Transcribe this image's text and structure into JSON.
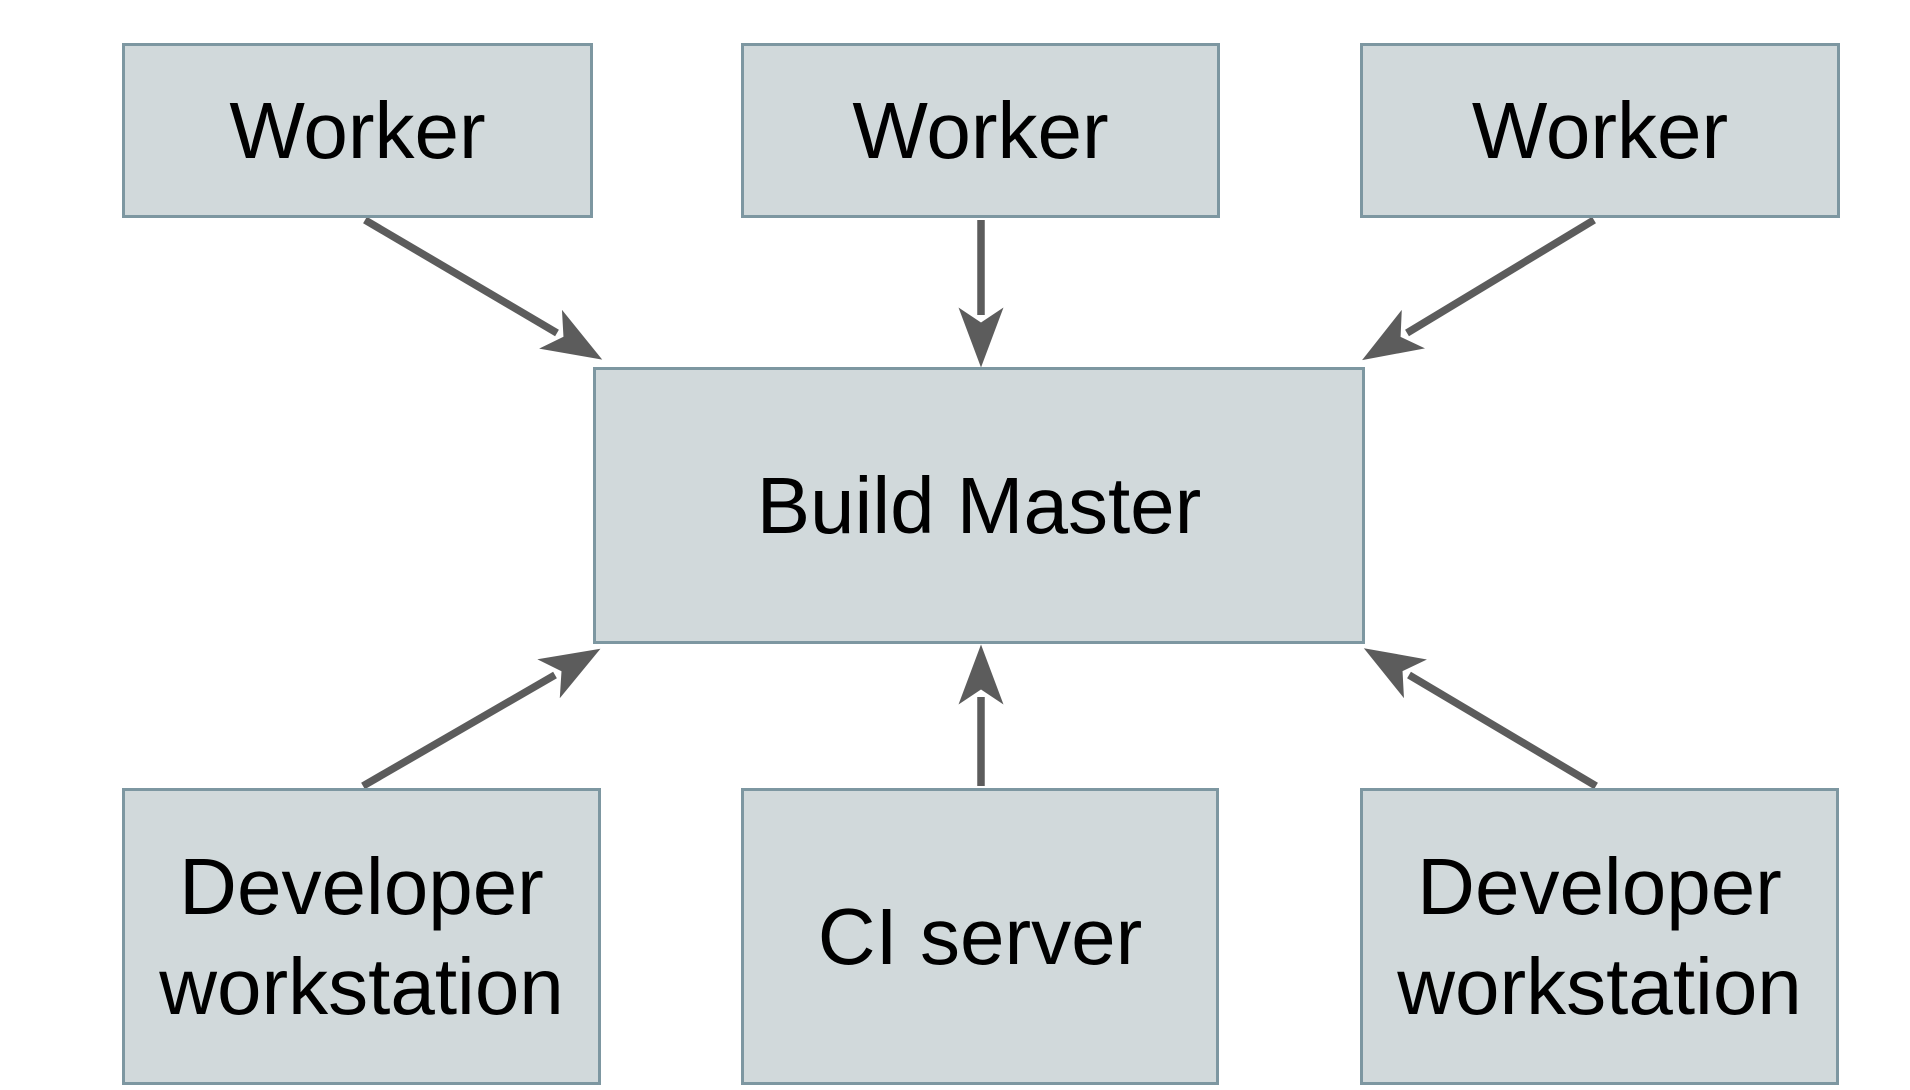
{
  "diagram": {
    "type": "architecture-diagram",
    "nodes": [
      {
        "id": "worker-1",
        "label": "Worker"
      },
      {
        "id": "worker-2",
        "label": "Worker"
      },
      {
        "id": "worker-3",
        "label": "Worker"
      },
      {
        "id": "build-master",
        "label": "Build Master"
      },
      {
        "id": "developer-workstation-1",
        "label": "Developer workstation"
      },
      {
        "id": "ci-server",
        "label": "CI server"
      },
      {
        "id": "developer-workstation-2",
        "label": "Developer workstation"
      }
    ],
    "edges": [
      {
        "from": "worker-1",
        "to": "build-master"
      },
      {
        "from": "worker-2",
        "to": "build-master"
      },
      {
        "from": "worker-3",
        "to": "build-master"
      },
      {
        "from": "developer-workstation-1",
        "to": "build-master"
      },
      {
        "from": "ci-server",
        "to": "build-master"
      },
      {
        "from": "developer-workstation-2",
        "to": "build-master"
      }
    ],
    "colors": {
      "node_fill": "#d1d9db",
      "node_border": "#7d97a1",
      "arrow": "#5c5c5c",
      "text": "#000000",
      "background": "#ffffff"
    }
  }
}
